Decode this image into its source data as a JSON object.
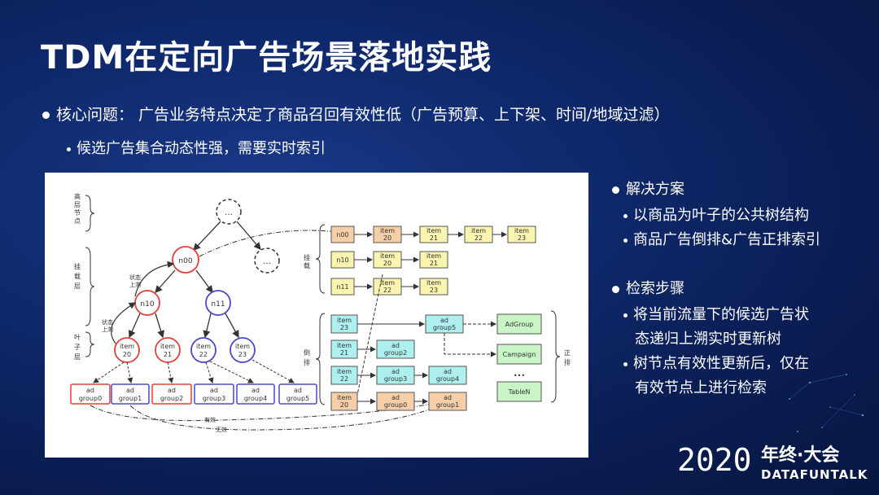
{
  "slide": {
    "title": "TDM在定向广告场景落地实践",
    "bullet_main": "核心问题： 广告业务特点决定了商品召回有效性低（广告预算、上下架、时间/地域过滤）",
    "bullet_sub": "候选广告集合动态性强，需要实时索引"
  },
  "right_panel": {
    "solution_heading": "解决方案",
    "solution_items": [
      "以商品为叶子的公共树结构",
      "商品广告倒排&广告正排索引"
    ],
    "retrieval_heading": "检索步骤",
    "retrieval_items": [
      [
        "将当前流量下的候选广告状",
        "态递归上溯实时更新树"
      ],
      [
        "树节点有效性更新后，仅在",
        "有效节点上进行检索"
      ]
    ]
  },
  "diagram": {
    "level_labels": [
      "高层节点",
      "挂载层",
      "叶子层"
    ],
    "mount_label": "挂载",
    "inverted_label": "倒排",
    "forward_label": "正排",
    "state_up_label_1": "状态上溯",
    "state_up_label_2": "状态上溯",
    "valid_label": "有效",
    "invalid_label": "无效",
    "ellipsis": "…",
    "tree_nodes": {
      "n00": "n00",
      "n10": "n10",
      "n11": "n11",
      "item20": "item\n20",
      "item21": "item\n21",
      "item22": "item\n22",
      "item23": "item\n23"
    },
    "adgroups": [
      "ad group0",
      "ad group1",
      "ad group2",
      "ad group3",
      "ad group4",
      "ad group5"
    ],
    "mount_rows": [
      [
        "n00",
        "item 20",
        "item 21",
        "item 22",
        "item 23"
      ],
      [
        "n10",
        "item 20",
        "item 21"
      ],
      [
        "n11",
        "item 22",
        "item 23"
      ]
    ],
    "inverted_items": [
      "item 23",
      "item 21",
      "item 22",
      "item 20"
    ],
    "inverted_groups": [
      "ad group5",
      "ad group2",
      "ad group3",
      "ad group4",
      "ad group0",
      "ad group1"
    ],
    "forward_boxes": [
      "AdGroup",
      "Campaign",
      "TableN"
    ],
    "forward_dots": "•••"
  },
  "branding": {
    "year": "2020",
    "event": "年终·大会",
    "brand": "DATAFUNTALK"
  },
  "colors": {
    "bg_dark": "#0a1d52",
    "red_node": "#e0413c",
    "blue_node": "#4a4ac8",
    "orange_box": "#f6cfa8",
    "yellow_box": "#fbf3b0",
    "cyan_box": "#aef0f0",
    "green_box": "#c9f5c6"
  }
}
